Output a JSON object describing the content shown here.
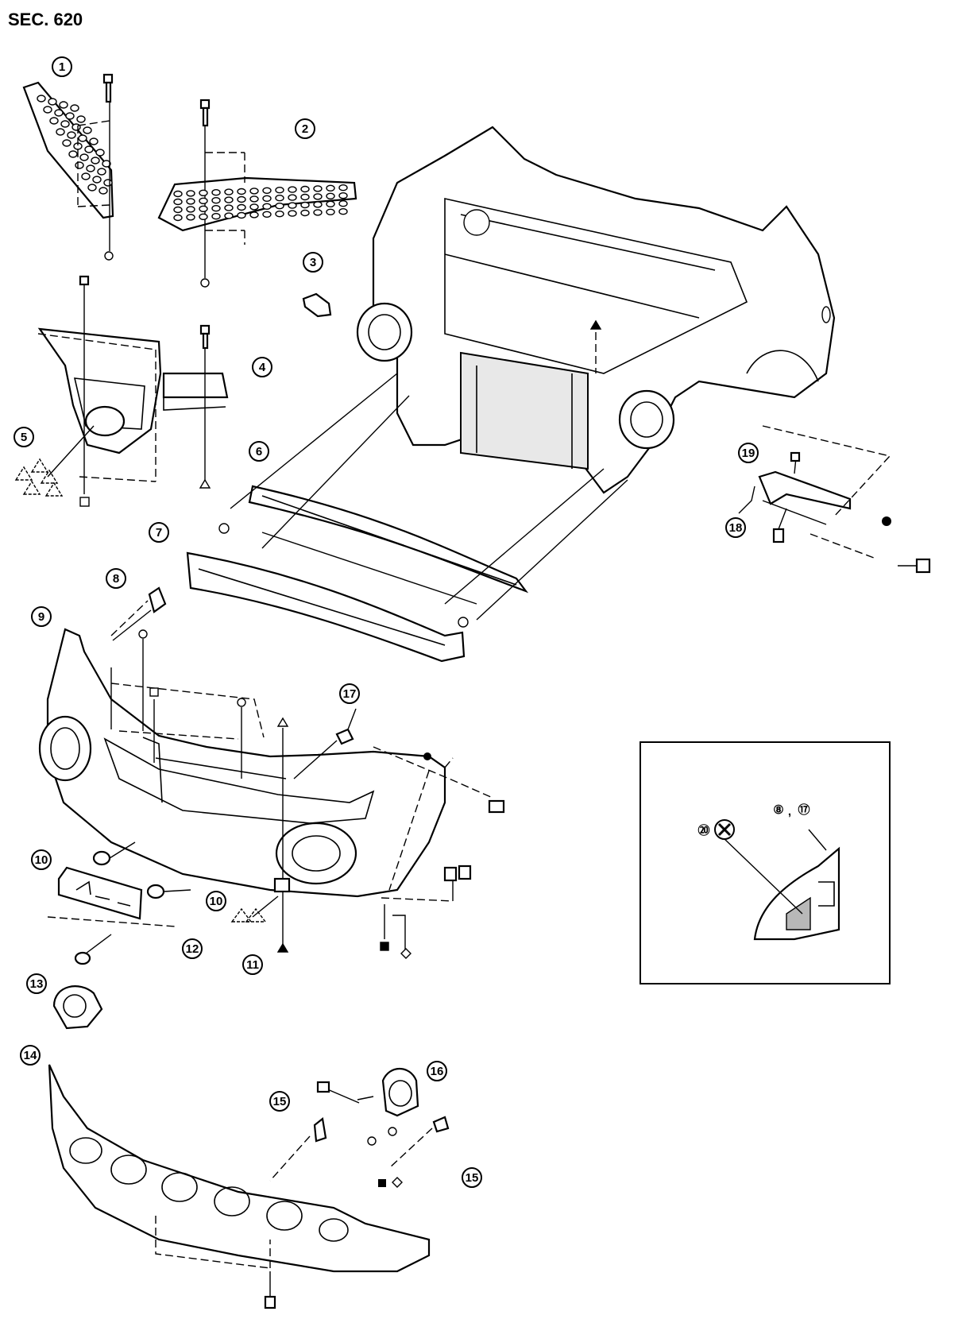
{
  "section_label": "SEC. 620",
  "callouts": [
    "①",
    "②",
    "③",
    "④",
    "⑤",
    "⑥",
    "⑦",
    "⑧",
    "⑨",
    "⑩",
    "⑪",
    "⑫",
    "⑬",
    "⑭",
    "⑮",
    "⑯",
    "⑰",
    "⑱",
    "⑲",
    "⑳"
  ],
  "callout_values": [
    1,
    2,
    3,
    4,
    5,
    6,
    7,
    8,
    9,
    10,
    11,
    12,
    13,
    14,
    15,
    16,
    17,
    18,
    19,
    20
  ],
  "inset": {
    "label_a": "⑧",
    "separator": ",",
    "label_b": "⑰",
    "marker": "⑳"
  }
}
